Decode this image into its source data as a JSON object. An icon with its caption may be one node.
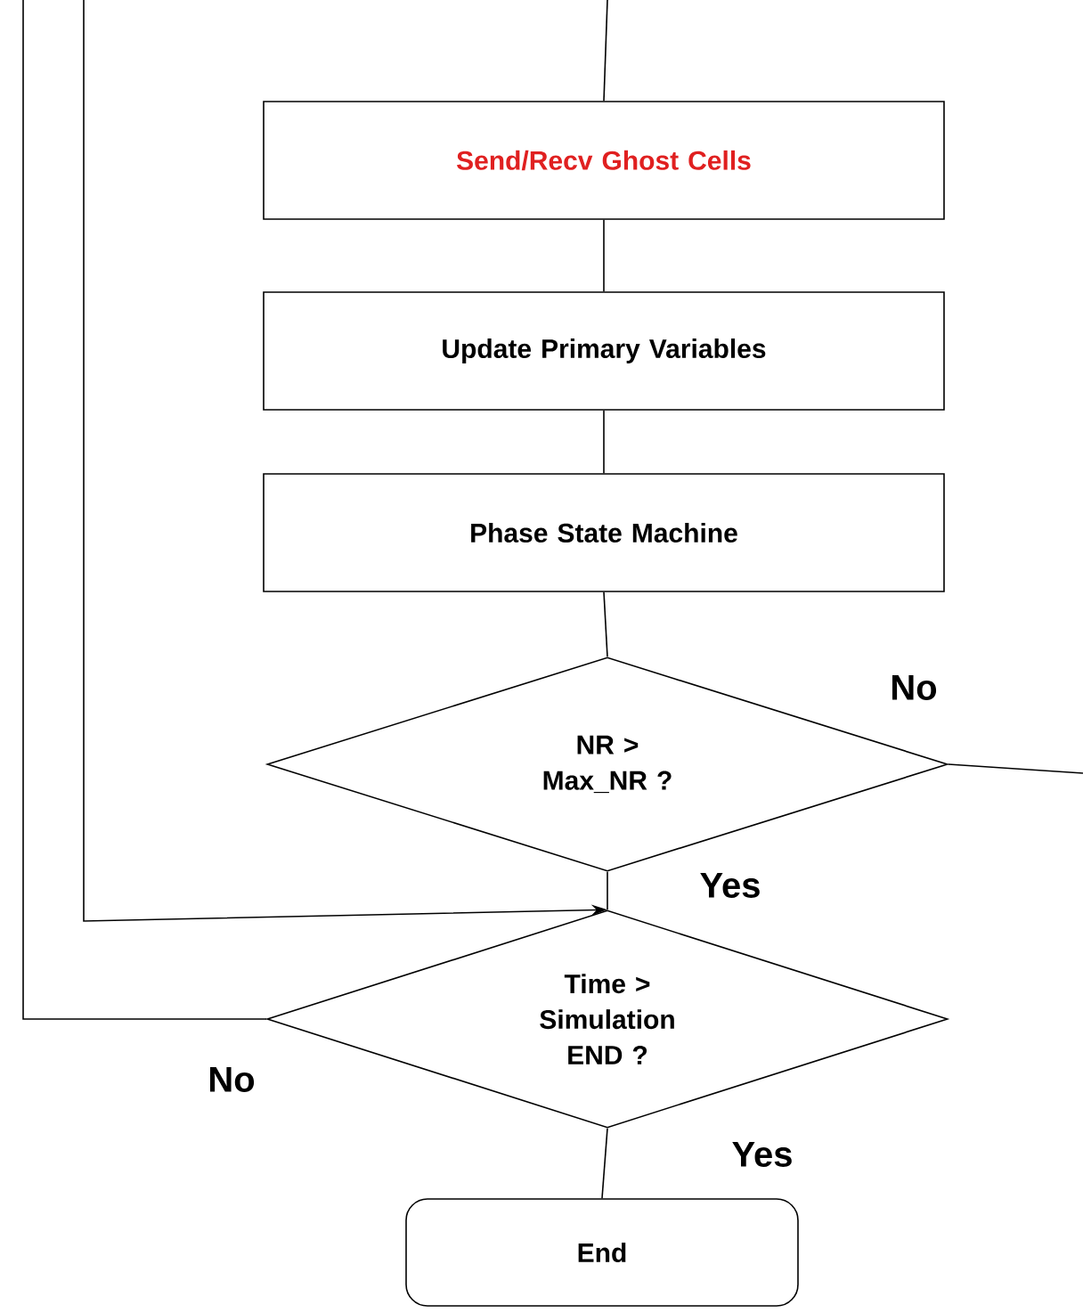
{
  "diagram": {
    "nodes": [
      {
        "text": [
          "Send/Recv Ghost Cells"
        ]
      },
      {
        "text": [
          "Update Primary Variables"
        ]
      },
      {
        "text": [
          "Phase State Machine"
        ]
      },
      {
        "text": [
          "NR > Max_NR ?"
        ]
      },
      {
        "text": [
          "Time > Simulation END ?"
        ]
      },
      {
        "text": [
          "End"
        ]
      }
    ],
    "edges": [
      {
        "from": null,
        "to": 0,
        "arrow": "none"
      },
      {
        "from": 0,
        "to": 1,
        "arrow": "none"
      },
      {
        "from": 1,
        "to": 2,
        "arrow": "none"
      },
      {
        "from": 2,
        "to": 3,
        "arrow": "none"
      },
      {
        "from": 3,
        "to": null,
        "arrow": "none",
        "label": "No"
      },
      {
        "from": 3,
        "to": 4,
        "arrow": "none",
        "label": "Yes"
      },
      {
        "from": null,
        "to": 4,
        "arrow": "to"
      },
      {
        "from": 4,
        "to": null,
        "arrow": "none",
        "label": "No"
      },
      {
        "from": 4,
        "to": 5,
        "arrow": "none",
        "label": "Yes"
      }
    ]
  }
}
